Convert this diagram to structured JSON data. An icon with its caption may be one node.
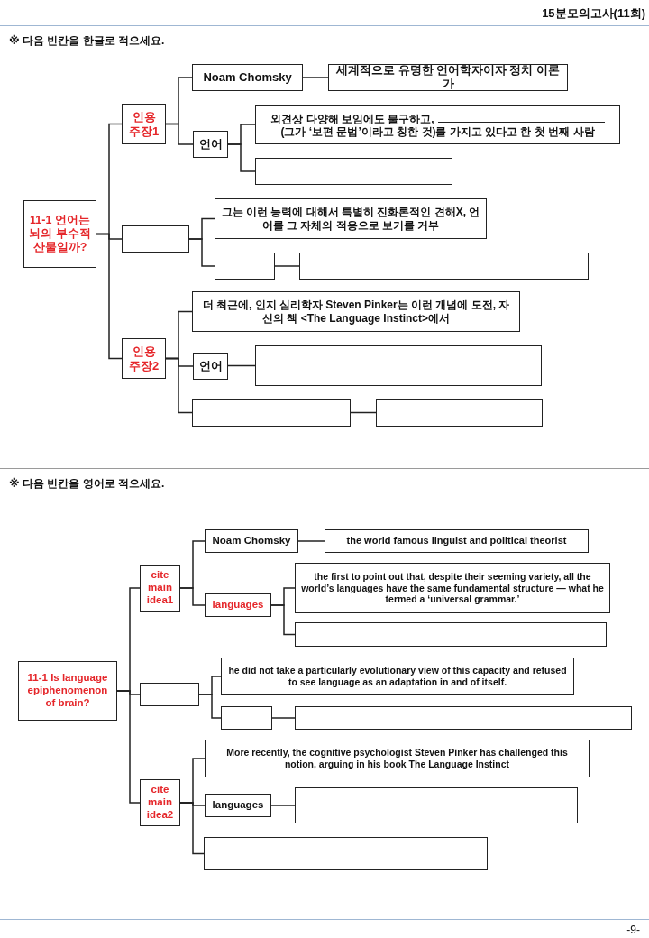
{
  "diagram": {
    "nodes": [
      {
        "text": [
          "11-1 언어는 뇌의 부수적 산물일까?"
        ]
      },
      {
        "text": [
          "인용 주장1"
        ]
      },
      {
        "text": [
          "Noam Chomsky"
        ]
      },
      {
        "text": [
          "세계적으로 유명한 언어학자이자 정치 이론가"
        ]
      },
      {
        "text": [
          "언어"
        ]
      },
      {
        "text": [
          "외견상 다양해 보임에도 불구하고,",
          "(그가 ‘보편 문법’이라고 칭한 것)를 가지고 있다고 한 첫 번째 사람"
        ]
      },
      {
        "text": [],
        "shape": "box"
      },
      {
        "text": [],
        "shape": "box"
      },
      {
        "text": [
          "그는 이런 능력에 대해서 특별히 진화론적인 견해X, 언어를 그 자체의 적응으로 보기를 거부"
        ]
      },
      {
        "text": [],
        "shape": "box"
      },
      {
        "text": [],
        "shape": "box"
      },
      {
        "text": [
          "인용 주장2"
        ]
      },
      {
        "text": [
          "더 최근에, 인지 심리학자 Steven Pinker는 이런 개념에 도전, 자신의 책 <The Language Instinct>에서"
        ]
      },
      {
        "text": [
          "언어"
        ]
      },
      {
        "text": [],
        "shape": "box"
      },
      {
        "text": [],
        "shape": "box"
      },
      {
        "text": [],
        "shape": "box"
      },
      {
        "text": [
          "11-1 Is language epiphenomenon of brain?"
        ]
      },
      {
        "text": [
          "cite main idea1"
        ]
      },
      {
        "text": [
          "Noam Chomsky"
        ]
      },
      {
        "text": [
          "the world famous linguist and political theorist"
        ]
      },
      {
        "text": [
          "languages"
        ]
      },
      {
        "text": [
          "the first to point out that, despite their seeming variety, all the world’s languages have the same fundamental structure — what he termed a ‘universal grammar.’"
        ]
      },
      {
        "text": [],
        "shape": "box"
      },
      {
        "text": [],
        "shape": "box"
      },
      {
        "text": [
          "he did not take a particularly evolutionary view of this capacity and refused to see language as an adaptation in and of itself."
        ]
      },
      {
        "text": [],
        "shape": "box"
      },
      {
        "text": [],
        "shape": "box"
      },
      {
        "text": [
          "cite main idea2"
        ]
      },
      {
        "text": [
          "More recently, the cognitive psychologist Steven Pinker has challenged this notion, arguing in his book The Language Instinct"
        ]
      },
      {
        "text": [
          "languages"
        ]
      },
      {
        "text": [],
        "shape": "box"
      },
      {
        "text": [],
        "shape": "box"
      }
    ],
    "edges": [
      {
        "from": 0,
        "to": 1,
        "arrow": "none"
      },
      {
        "from": 0,
        "to": 7,
        "arrow": "none"
      },
      {
        "from": 0,
        "to": 11,
        "arrow": "none"
      },
      {
        "from": 1,
        "to": 2,
        "arrow": "none"
      },
      {
        "from": 1,
        "to": 4,
        "arrow": "none"
      },
      {
        "from": 2,
        "to": 3,
        "arrow": "none"
      },
      {
        "from": 4,
        "to": 5,
        "arrow": "none"
      },
      {
        "from": 4,
        "to": 6,
        "arrow": "none"
      },
      {
        "from": 7,
        "to": 8,
        "arrow": "none"
      },
      {
        "from": 7,
        "to": 9,
        "arrow": "none"
      },
      {
        "from": 9,
        "to": 10,
        "arrow": "none"
      },
      {
        "from": 11,
        "to": 12,
        "arrow": "none"
      },
      {
        "from": 11,
        "to": 13,
        "arrow": "none"
      },
      {
        "from": 11,
        "to": 15,
        "arrow": "none"
      },
      {
        "from": 13,
        "to": 14,
        "arrow": "none"
      },
      {
        "from": 15,
        "to": 16,
        "arrow": "none"
      },
      {
        "from": 17,
        "to": 18,
        "arrow": "none"
      },
      {
        "from": 17,
        "to": 24,
        "arrow": "none"
      },
      {
        "from": 17,
        "to": 28,
        "arrow": "none"
      },
      {
        "from": 18,
        "to": 19,
        "arrow": "none"
      },
      {
        "from": 18,
        "to": 21,
        "arrow": "none"
      },
      {
        "from": 19,
        "to": 20,
        "arrow": "none"
      },
      {
        "from": 21,
        "to": 22,
        "arrow": "none"
      },
      {
        "from": 21,
        "to": 23,
        "arrow": "none"
      },
      {
        "from": 24,
        "to": 25,
        "arrow": "none"
      },
      {
        "from": 24,
        "to": 26,
        "arrow": "none"
      },
      {
        "from": 26,
        "to": 27,
        "arrow": "none"
      },
      {
        "from": 28,
        "to": 29,
        "arrow": "none"
      },
      {
        "from": 28,
        "to": 30,
        "arrow": "none"
      },
      {
        "from": 28,
        "to": 32,
        "arrow": "none"
      },
      {
        "from": 30,
        "to": 31,
        "arrow": "none"
      }
    ],
    "labels": [
      "15분모의고사(11회)",
      "※ 다음 빈칸을 한글로 적으세요.",
      "※ 다음 빈칸을 영어로 적으세요.",
      "-9-"
    ]
  }
}
